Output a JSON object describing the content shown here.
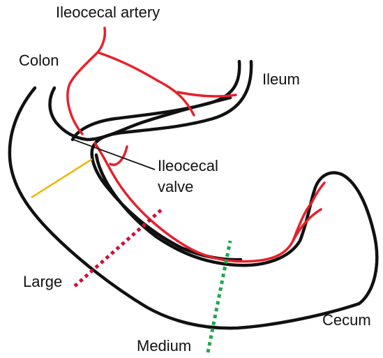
{
  "labels": {
    "ileocecal_artery": "Ileocecal artery",
    "colon": "Colon",
    "ileum": "Ileum",
    "ileocecal_valve_line1": "Ileocecal",
    "ileocecal_valve_line2": "valve",
    "large": "Large",
    "cecum": "Cecum",
    "medium": "Medium"
  },
  "colors": {
    "outline": "#111111",
    "artery": "#e8202a",
    "small_line": "#f0b400",
    "large_line": "#d0103a",
    "medium_line": "#1aa84a"
  }
}
